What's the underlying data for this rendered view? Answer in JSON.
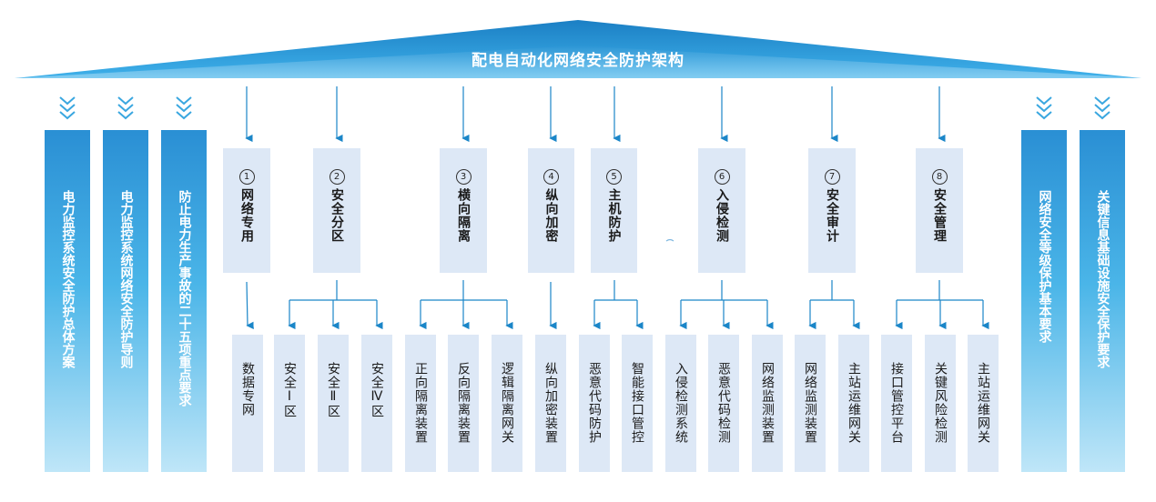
{
  "title": "配电自动化网络安全防护架构",
  "colors": {
    "primary": "#1b86c8",
    "light_fill": "#dde8f6",
    "pillar_top": "#2a8fd4",
    "pillar_bottom": "#bfe6f8"
  },
  "left_pillars": [
    {
      "label": "电力监控系统安全防护总体方案"
    },
    {
      "label": "电力监控系统网络安全防护导则"
    },
    {
      "label": "防止电力生产事故的二十五项重点要求"
    }
  ],
  "right_pillars": [
    {
      "label": "网络安全等级保护基本要求"
    },
    {
      "label": "关键信息基础设施安全保护要求"
    }
  ],
  "categories": [
    {
      "num": "1",
      "label": "网络专用",
      "children": [
        "数据专网"
      ]
    },
    {
      "num": "2",
      "label": "安全分区",
      "children": [
        "安全Ⅰ区",
        "安全Ⅱ区",
        "安全Ⅳ区"
      ]
    },
    {
      "num": "3",
      "label": "横向隔离",
      "children": [
        "正向隔离装置",
        "反向隔离装置",
        "逻辑隔离网关"
      ]
    },
    {
      "num": "4",
      "label": "纵向加密",
      "children": [
        "纵向加密装置"
      ]
    },
    {
      "num": "5",
      "label": "主机防护",
      "children": [
        "恶意代码防护",
        "智能接口管控"
      ]
    },
    {
      "num": "6",
      "label": "入侵检测",
      "children": [
        "入侵检测系统",
        "恶意代码检测",
        "网络监测装置"
      ]
    },
    {
      "num": "7",
      "label": "安全审计",
      "children": [
        "网络监测装置",
        "主站运维网关"
      ]
    },
    {
      "num": "8",
      "label": "安全管理",
      "children": [
        "接口管控平台",
        "关键风险检测",
        "主站运维网关"
      ]
    }
  ],
  "icons": {
    "pillar_marker": "triple-chevron-down-icon",
    "connector": "arrow-down-icon"
  }
}
